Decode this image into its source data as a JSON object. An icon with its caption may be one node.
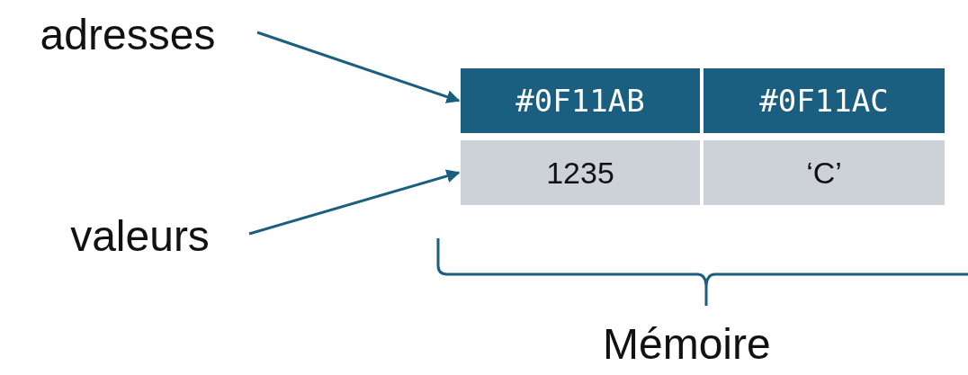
{
  "diagram": {
    "nodes": [
      {
        "text": [
          "adresses"
        ]
      },
      {
        "text": [
          "#0F11AB"
        ]
      },
      {
        "text": [
          "#0F11AC"
        ]
      },
      {
        "text": [
          "valeurs"
        ]
      },
      {
        "text": [
          "1235"
        ]
      },
      {
        "text": [
          "‘C’"
        ]
      }
    ],
    "edges": [
      {
        "from": 0,
        "to": 1,
        "arrow": "to"
      },
      {
        "from": 3,
        "to": 4,
        "arrow": "to"
      }
    ],
    "labels": [
      "Mémoire"
    ]
  }
}
